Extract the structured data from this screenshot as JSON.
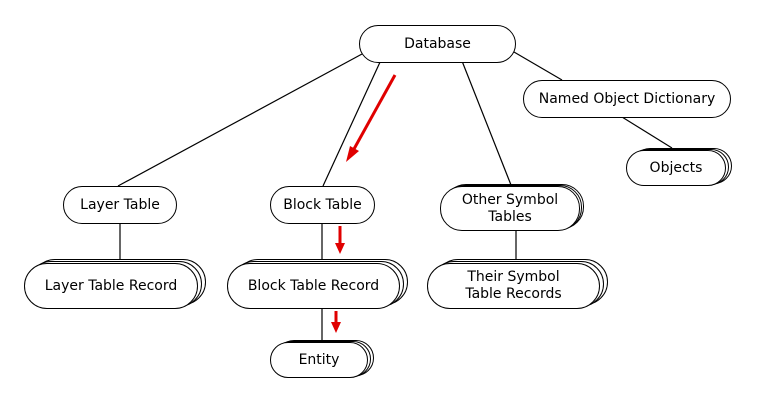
{
  "diagram": {
    "nodes": {
      "database": {
        "label": "Database"
      },
      "named_object_dictionary": {
        "label": "Named Object Dictionary"
      },
      "objects": {
        "label": "Objects"
      },
      "layer_table": {
        "label": "Layer Table"
      },
      "block_table": {
        "label": "Block Table"
      },
      "other_symbol_tables": {
        "label_line1": "Other Symbol",
        "label_line2": "Tables"
      },
      "layer_table_record": {
        "label": "Layer Table Record"
      },
      "block_table_record": {
        "label": "Block Table Record"
      },
      "their_symbol_table_records": {
        "label_line1": "Their Symbol",
        "label_line2": "Table Records"
      },
      "entity": {
        "label": "Entity"
      }
    },
    "colors": {
      "line": "#000000",
      "arrow": "#e00000",
      "fill": "#ffffff"
    }
  }
}
